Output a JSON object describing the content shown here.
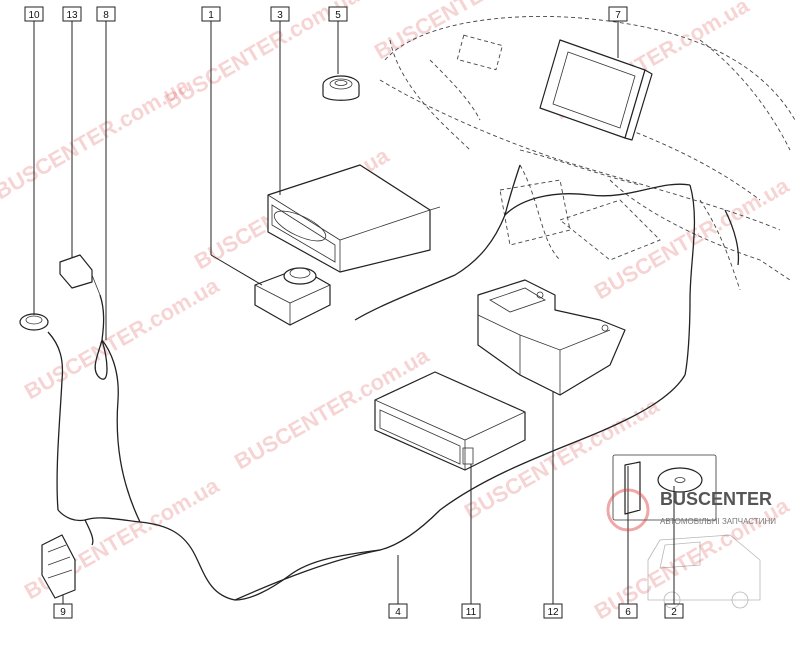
{
  "watermark": {
    "brand": "BUSCENTER",
    "domain": "BUSCENTER.com.ua",
    "tagline": "АВТОМОБІЛЬНІ ЗАПЧАСТИНИ",
    "color": "#dc3c3c"
  },
  "callouts": {
    "c1": "1",
    "c2": "2",
    "c3": "3",
    "c4": "4",
    "c5": "5",
    "c6": "6",
    "c7": "7",
    "c8": "8",
    "c9": "9",
    "c10": "10",
    "c11": "11",
    "c12": "12",
    "c13": "13"
  }
}
